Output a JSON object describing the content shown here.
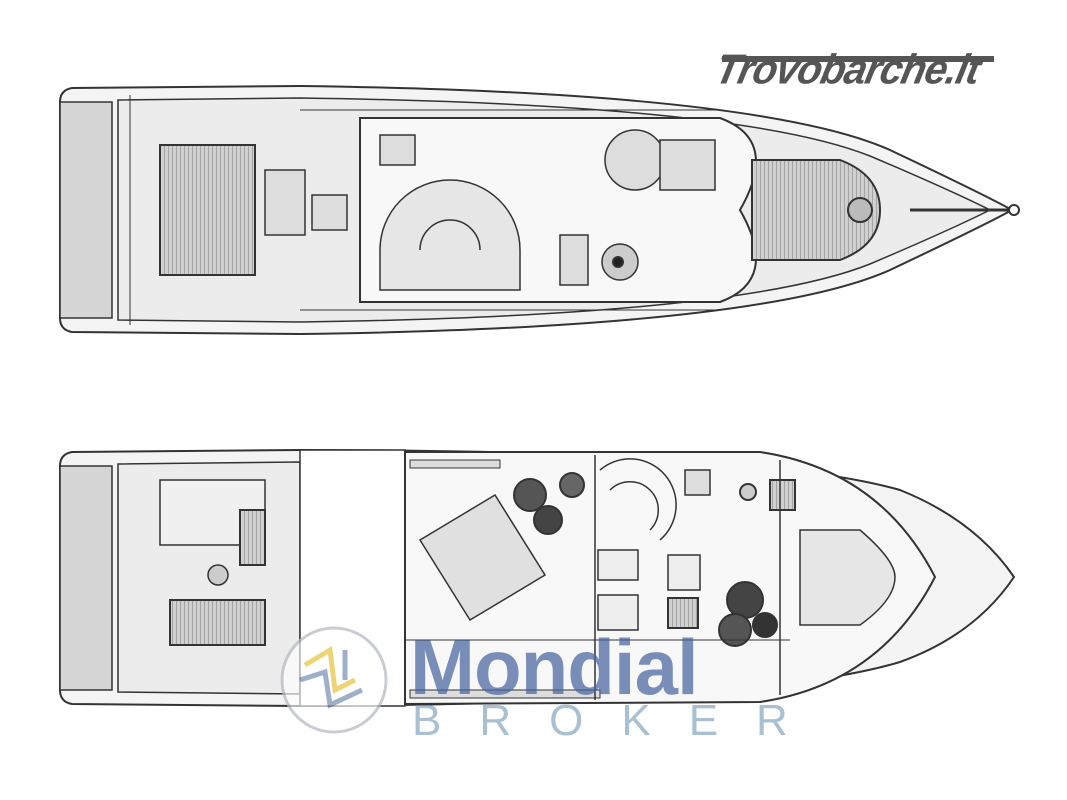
{
  "title": "Boat deck and interior layout plans",
  "watermarks": {
    "top_right": "Trovobarche.it",
    "logo_main": "Mondial",
    "logo_sub": "BROKER"
  },
  "colors": {
    "line": "#333333",
    "fill_light": "#e6e6e6",
    "fill_mid": "#bdbdbd",
    "logo_blue": "#4664a0",
    "logo_yellow": "#e8c84a"
  },
  "plans": [
    {
      "name": "deck-plan"
    },
    {
      "name": "lower-deck-plan"
    }
  ]
}
